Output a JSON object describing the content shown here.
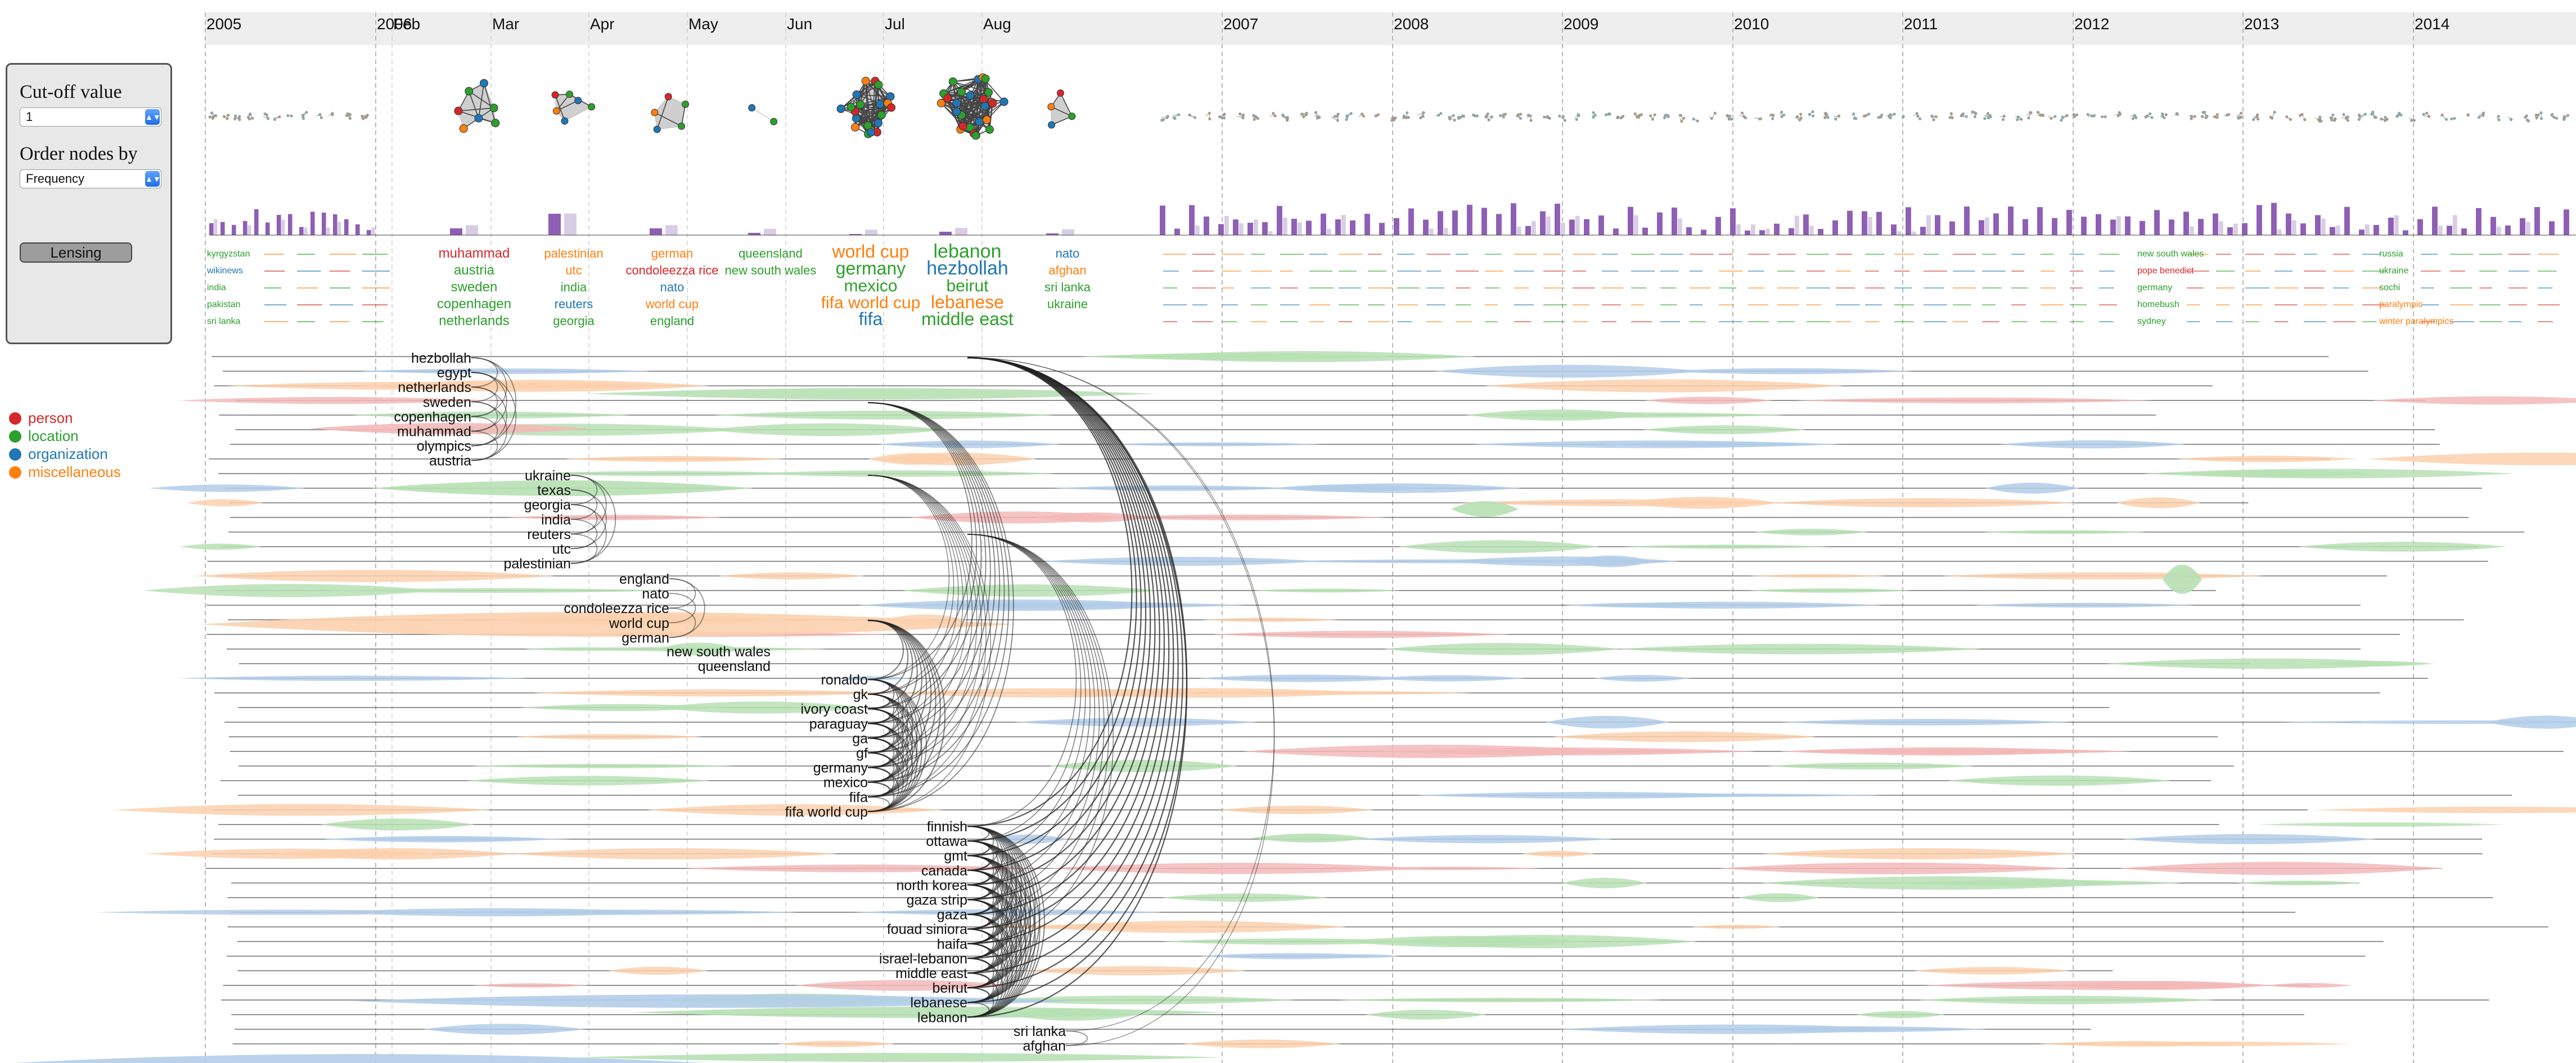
{
  "controls": {
    "cutoff_label": "Cut-off value",
    "cutoff_value": "1",
    "order_label": "Order nodes by",
    "order_value": "Frequency",
    "lensing_label": "Lensing"
  },
  "legend": [
    {
      "label": "person",
      "color": "#d62728"
    },
    {
      "label": "location",
      "color": "#2ca02c"
    },
    {
      "label": "organization",
      "color": "#1f77b4"
    },
    {
      "label": "miscellaneous",
      "color": "#ff7f0e"
    }
  ],
  "colors": {
    "person": "#d62728",
    "location": "#2ca02c",
    "organization": "#1f77b4",
    "miscellaneous": "#ff7f0e",
    "bar": "#8e5fb5",
    "bar_light": "#d9cde5",
    "axis_band": "#eeeeee"
  },
  "timeline": {
    "labels": [
      "2005",
      "2006",
      "Feb",
      "Mar",
      "Apr",
      "May",
      "Jun",
      "Jul",
      "Aug",
      "2007",
      "2008",
      "2009",
      "2010",
      "2011",
      "2012",
      "2013",
      "2014"
    ]
  },
  "columns": [
    {
      "terms": [
        {
          "text": "muhammad",
          "cat": "person"
        },
        {
          "text": "austria",
          "cat": "location"
        },
        {
          "text": "sweden",
          "cat": "location"
        },
        {
          "text": "copenhagen",
          "cat": "location"
        },
        {
          "text": "netherlands",
          "cat": "location"
        }
      ]
    },
    {
      "terms": [
        {
          "text": "palestinian",
          "cat": "miscellaneous"
        },
        {
          "text": "utc",
          "cat": "miscellaneous"
        },
        {
          "text": "india",
          "cat": "location"
        },
        {
          "text": "reuters",
          "cat": "organization"
        },
        {
          "text": "georgia",
          "cat": "location"
        }
      ]
    },
    {
      "terms": [
        {
          "text": "german",
          "cat": "miscellaneous"
        },
        {
          "text": "condoleezza rice",
          "cat": "person"
        },
        {
          "text": "nato",
          "cat": "organization"
        },
        {
          "text": "world cup",
          "cat": "miscellaneous"
        },
        {
          "text": "england",
          "cat": "location"
        }
      ]
    },
    {
      "terms": [
        {
          "text": "queensland",
          "cat": "location"
        },
        {
          "text": "new south wales",
          "cat": "location"
        }
      ]
    },
    {
      "terms": [
        {
          "text": "world cup",
          "cat": "miscellaneous"
        },
        {
          "text": "germany",
          "cat": "location"
        },
        {
          "text": "mexico",
          "cat": "location"
        },
        {
          "text": "fifa world cup",
          "cat": "miscellaneous"
        },
        {
          "text": "fifa",
          "cat": "organization"
        }
      ]
    },
    {
      "terms": [
        {
          "text": "lebanon",
          "cat": "location"
        },
        {
          "text": "hezbollah",
          "cat": "organization"
        },
        {
          "text": "beirut",
          "cat": "location"
        },
        {
          "text": "lebanese",
          "cat": "miscellaneous"
        },
        {
          "text": "middle east",
          "cat": "location"
        }
      ]
    },
    {
      "terms": [
        {
          "text": "nato",
          "cat": "organization"
        },
        {
          "text": "afghan",
          "cat": "miscellaneous"
        },
        {
          "text": "sri lanka",
          "cat": "location"
        },
        {
          "text": "ukraine",
          "cat": "location"
        }
      ]
    }
  ],
  "mini_columns": [
    {
      "terms": [
        {
          "text": "kyrgyzstan",
          "cat": "location"
        },
        {
          "text": "wikinews",
          "cat": "organization"
        },
        {
          "text": "india",
          "cat": "location"
        },
        {
          "text": "pakistan",
          "cat": "location"
        },
        {
          "text": "sri lanka",
          "cat": "location"
        }
      ]
    },
    {
      "terms": [
        {
          "text": "new south wales",
          "cat": "location"
        },
        {
          "text": "pope benedict",
          "cat": "person"
        },
        {
          "text": "germany",
          "cat": "location"
        },
        {
          "text": "homebush",
          "cat": "location"
        },
        {
          "text": "sydney",
          "cat": "location"
        }
      ]
    },
    {
      "terms": [
        {
          "text": "russia",
          "cat": "location"
        },
        {
          "text": "ukraine",
          "cat": "location"
        },
        {
          "text": "sochi",
          "cat": "location"
        },
        {
          "text": "paralympic",
          "cat": "miscellaneous"
        },
        {
          "text": "winter paralympics",
          "cat": "miscellaneous"
        }
      ]
    }
  ],
  "entity_groups": [
    {
      "labels": [
        "hezbollah",
        "egypt",
        "netherlands",
        "sweden",
        "copenhagen",
        "muhammad",
        "olympics",
        "austria"
      ]
    },
    {
      "labels": [
        "ukraine",
        "texas",
        "georgia",
        "india",
        "reuters",
        "utc",
        "palestinian"
      ]
    },
    {
      "labels": [
        "england",
        "nato",
        "condoleezza rice",
        "world cup",
        "german"
      ]
    },
    {
      "labels": [
        "new south wales",
        "queensland"
      ]
    },
    {
      "labels": [
        "ronaldo",
        "gk",
        "ivory coast",
        "paraguay",
        "ga",
        "gf",
        "germany",
        "mexico",
        "fifa",
        "fifa world cup"
      ]
    },
    {
      "labels": [
        "finnish",
        "ottawa",
        "gmt",
        "canada",
        "north korea",
        "gaza strip",
        "gaza",
        "fouad siniora",
        "haifa",
        "israel-lebanon",
        "middle east",
        "beirut",
        "lebanese",
        "lebanon"
      ]
    },
    {
      "labels": [
        "sri lanka",
        "afghan"
      ]
    }
  ]
}
